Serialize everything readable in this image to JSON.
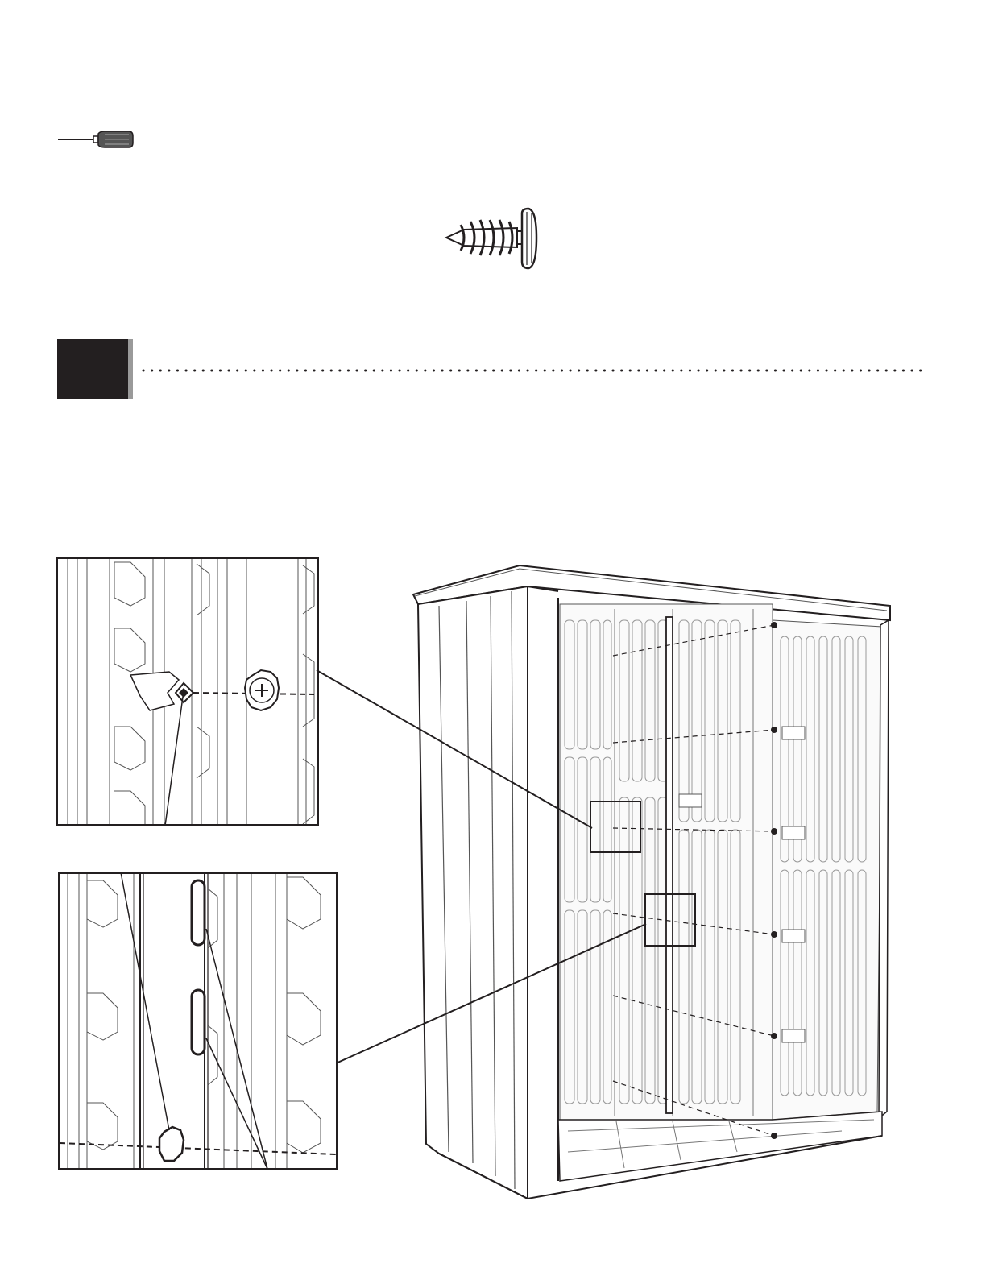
{
  "page": {
    "background": "#ffffff",
    "ink": "#231f20"
  },
  "tools": {
    "screwdriver_icon": "screwdriver-icon",
    "screw_icon": "pan-head-screw-icon"
  },
  "step": {
    "number": "",
    "marker_color": "#231f20",
    "marker_edge_color": "#9a9a9a"
  },
  "figures": {
    "detail_top": "screw-into-panel-detail",
    "detail_bottom": "panel-slot-detail",
    "main": "shed-interior-assembly"
  }
}
